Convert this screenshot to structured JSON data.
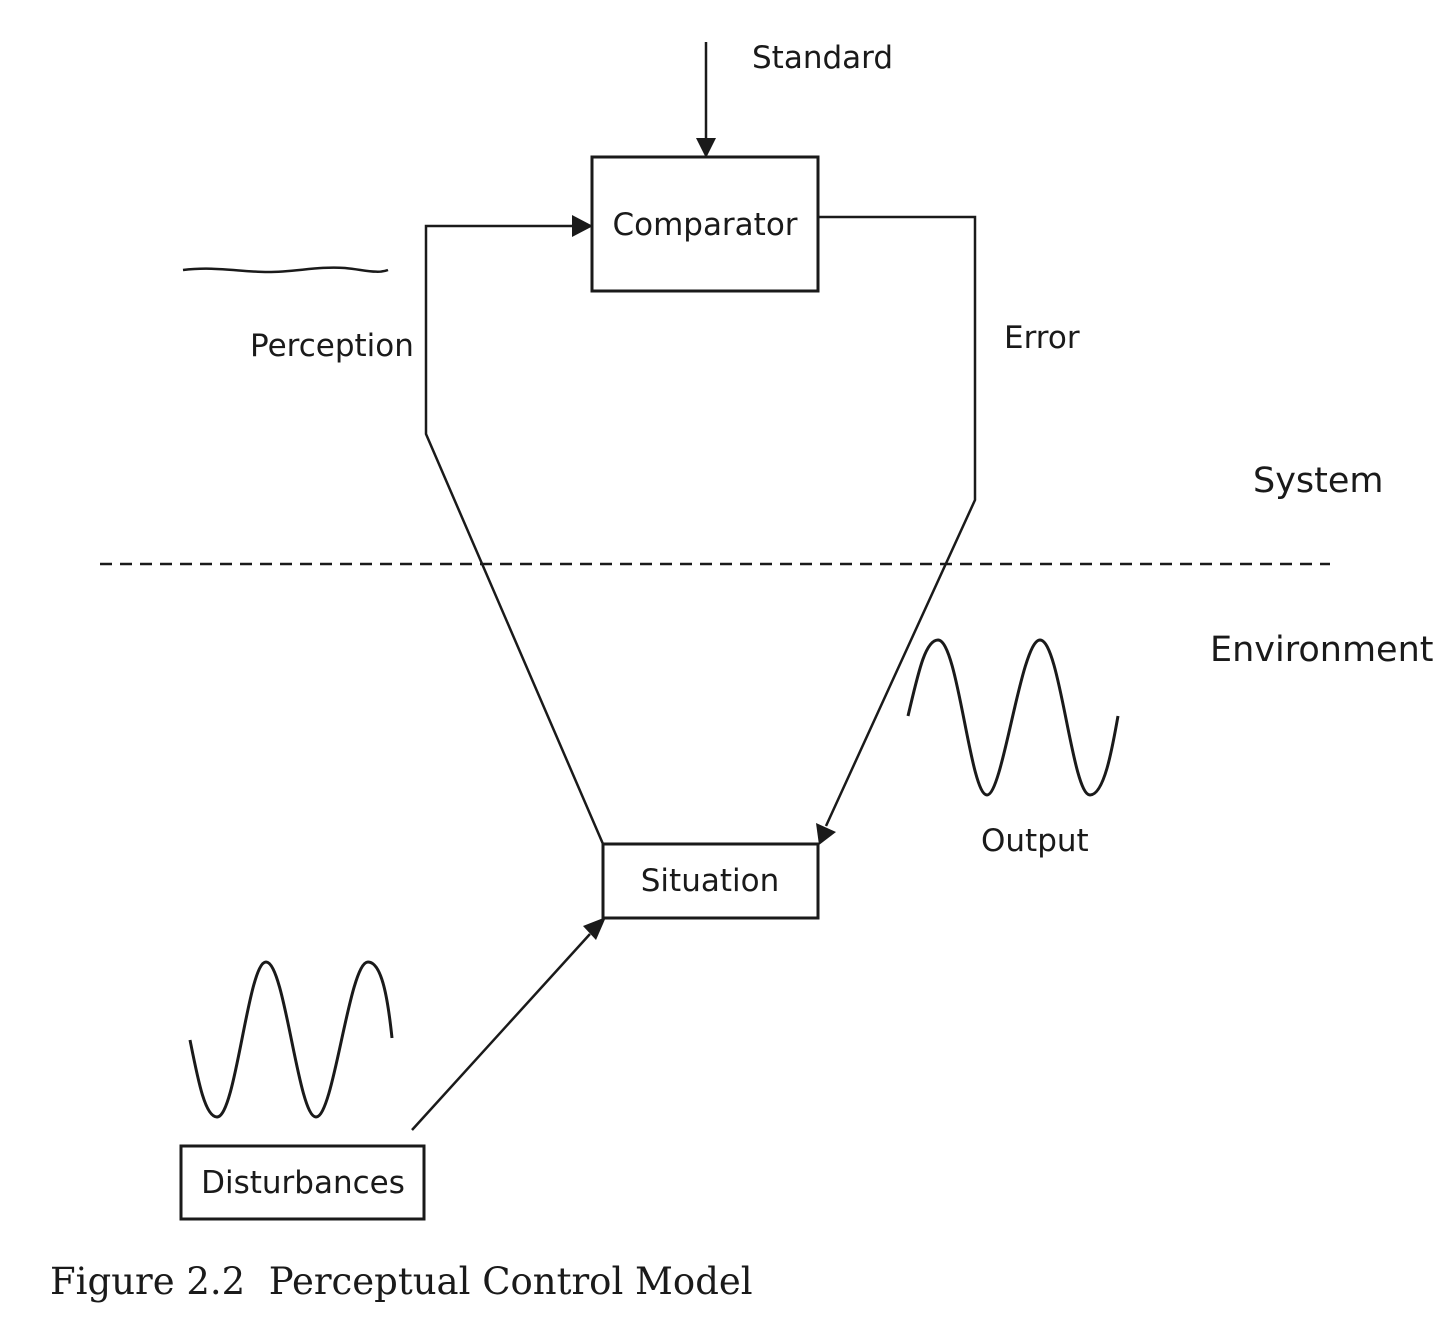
{
  "nodes": {
    "comparator": "Comparator",
    "situation": "Situation",
    "disturbances": "Disturbances"
  },
  "labels": {
    "standard": "Standard",
    "perception": "Perception",
    "error": "Error",
    "output": "Output",
    "system": "System",
    "environment": "Environment"
  },
  "caption": "Figure 2.2  Perceptual Control Model"
}
